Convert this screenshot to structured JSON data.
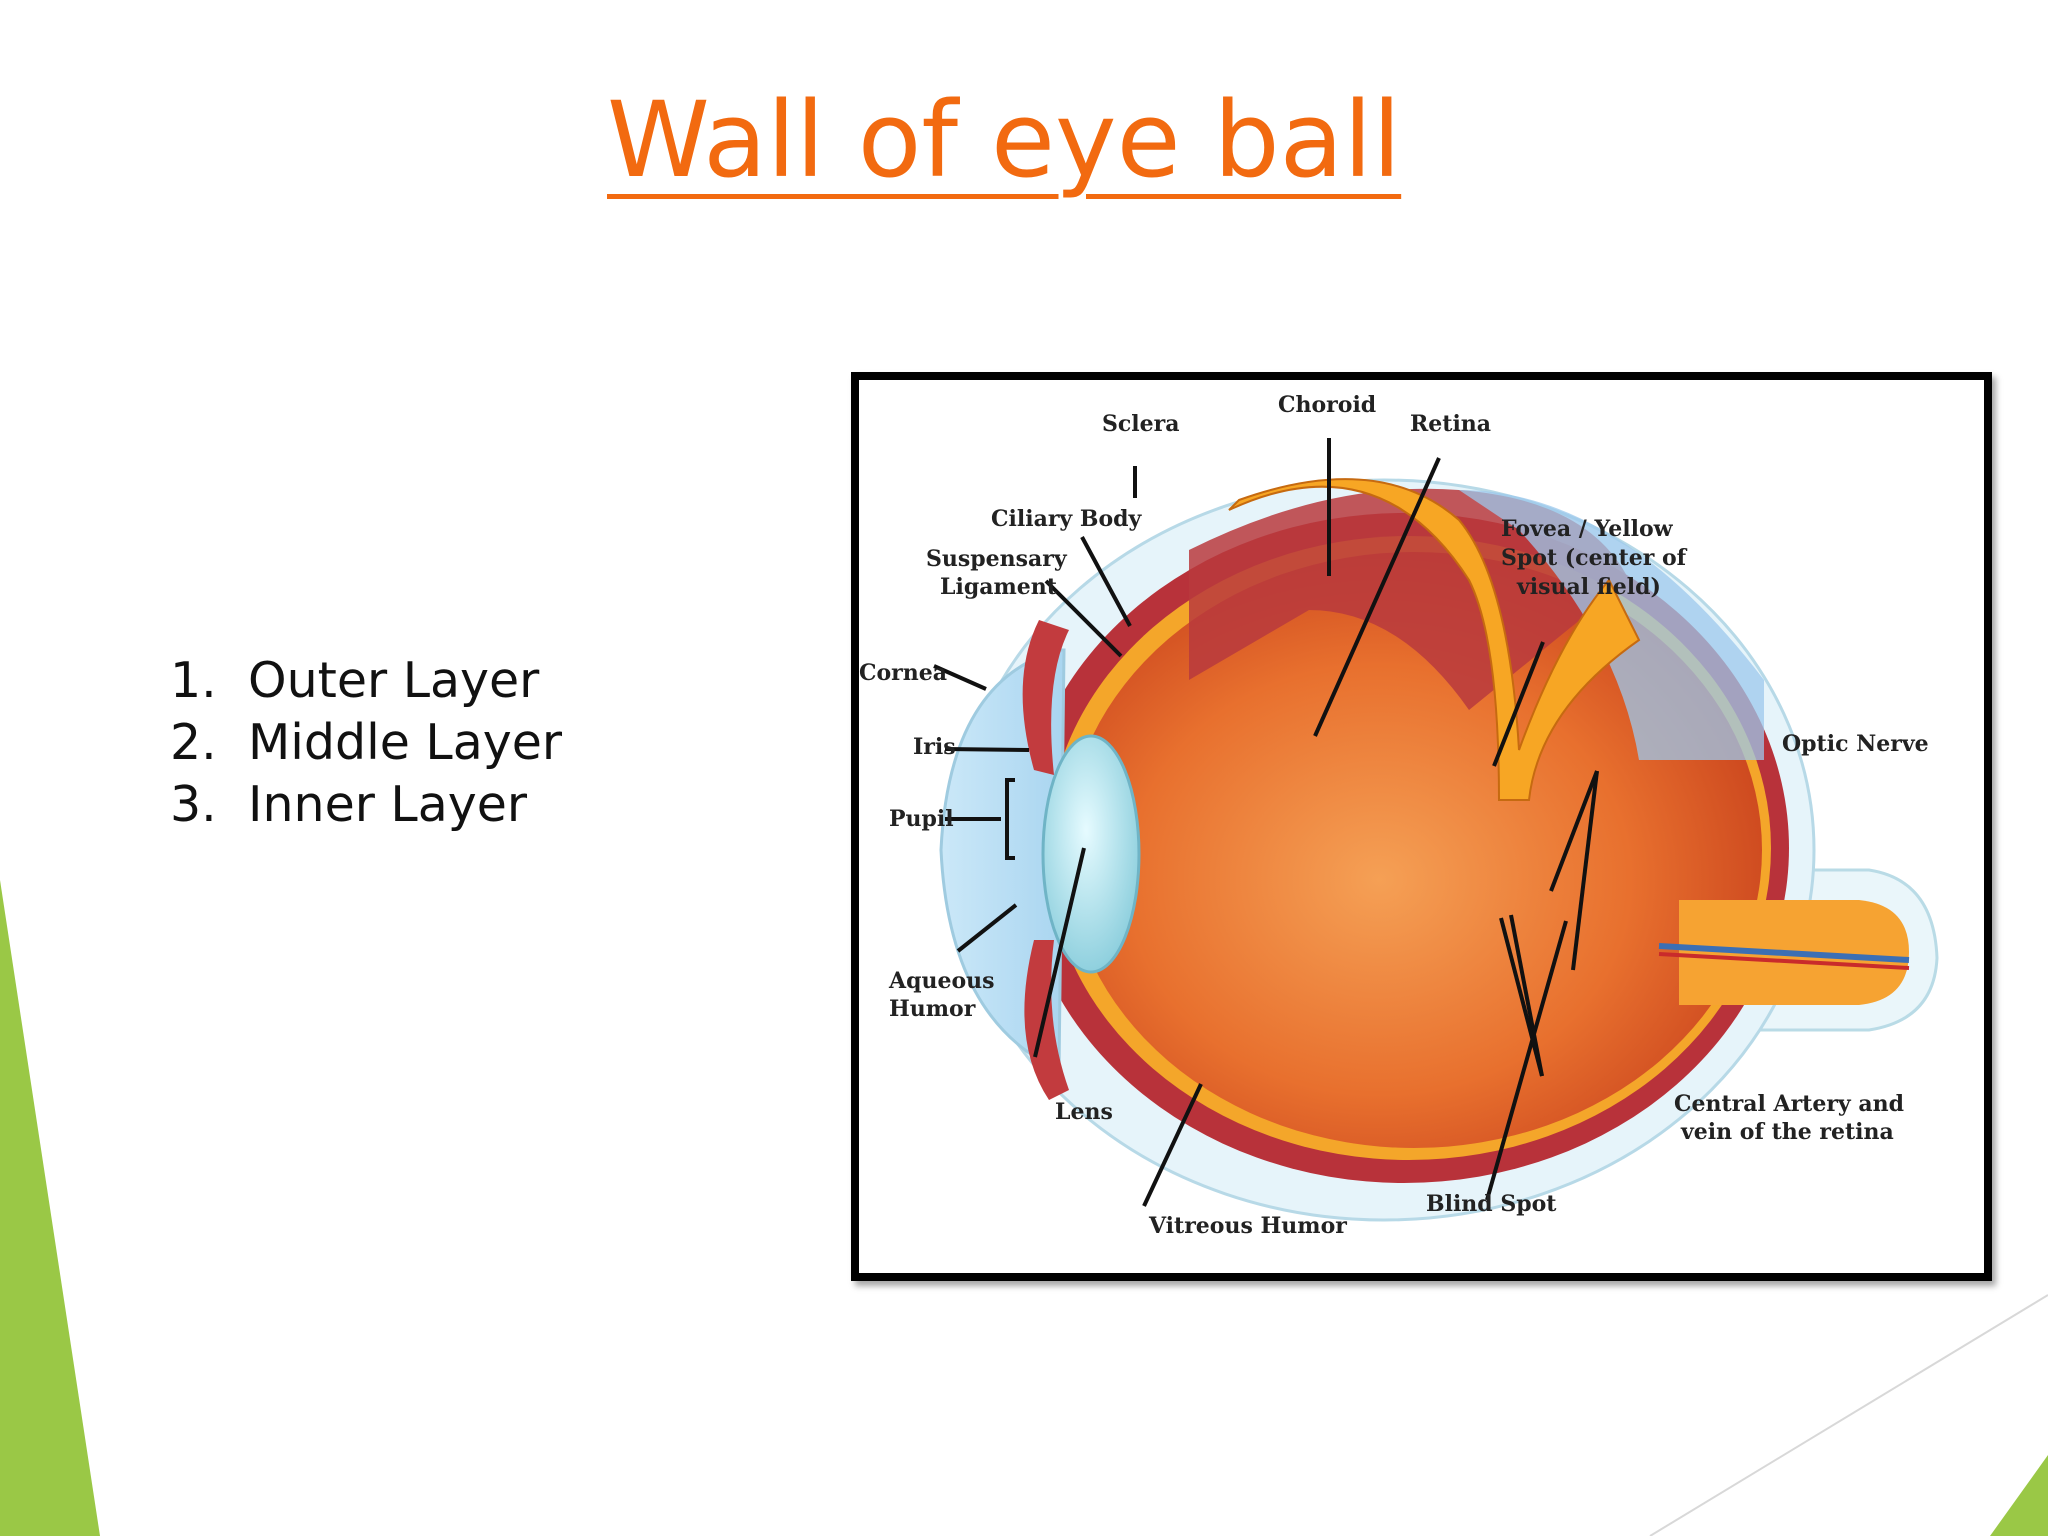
{
  "slide": {
    "title": "Wall of eye ball",
    "title_color": "#f26a10",
    "accent_color": "#9ac846"
  },
  "layers": [
    {
      "number": "1.",
      "label": "Outer Layer"
    },
    {
      "number": "2.",
      "label": "Middle Layer"
    },
    {
      "number": "3.",
      "label": "Inner Layer"
    }
  ],
  "diagram": {
    "labels": {
      "sclera": "Sclera",
      "choroid": "Choroid",
      "retina": "Retina",
      "ciliary_body": "Ciliary Body",
      "suspensory_1": "Suspensary",
      "suspensory_2": "Ligament",
      "fovea_1": "Fovea / Yellow",
      "fovea_2": "Spot (center of",
      "fovea_3": "visual field)",
      "cornea": "Cornea",
      "iris": "Iris",
      "pupil": "Pupil",
      "optic_nerve": "Optic Nerve",
      "aqueous_1": "Aqueous",
      "aqueous_2": "Humor",
      "lens": "Lens",
      "central_1": "Central Artery  and",
      "central_2": "vein of  the  retina",
      "blind_spot": "Blind  Spot",
      "vitreous": "Vitreous Humor"
    }
  }
}
